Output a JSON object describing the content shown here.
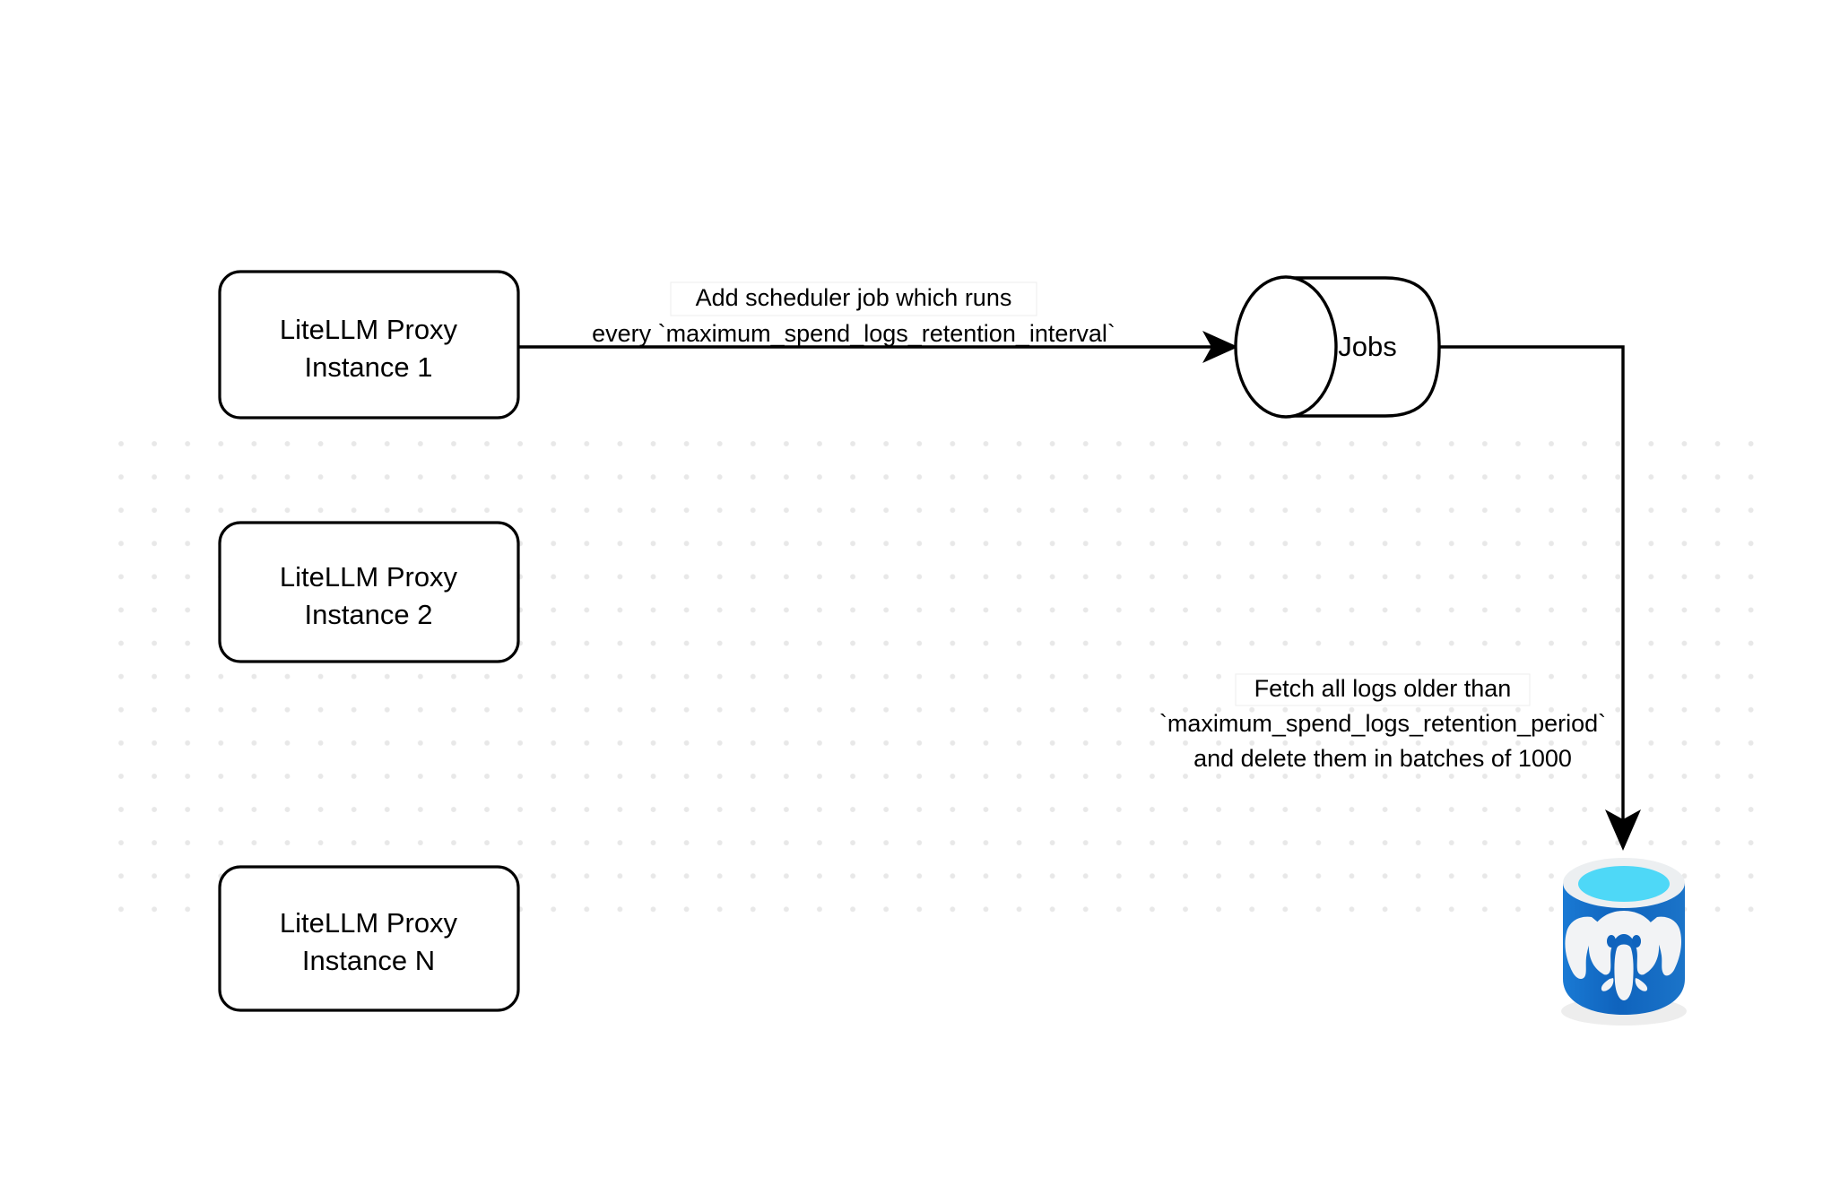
{
  "diagram": {
    "type": "flow-diagram",
    "background": {
      "color": "#ffffff",
      "grid": "dot-grid",
      "grid_color": "#e8e8e8"
    },
    "nodes": [
      {
        "id": "proxy-1",
        "shape": "rounded-rectangle",
        "line1": "LiteLLM Proxy",
        "line2": "Instance 1"
      },
      {
        "id": "proxy-2",
        "shape": "rounded-rectangle",
        "line1": "LiteLLM Proxy",
        "line2": "Instance 2"
      },
      {
        "id": "proxy-n",
        "shape": "rounded-rectangle",
        "line1": "LiteLLM Proxy",
        "line2": "Instance N"
      },
      {
        "id": "jobs",
        "shape": "cylinder",
        "label": "Jobs"
      },
      {
        "id": "postgres",
        "shape": "database-icon",
        "icon": "postgresql-database-icon",
        "colors": {
          "body": "#1571c9",
          "body_dark": "#0b5ab0",
          "rim": "#eceff1",
          "top_fill": "#4ed8f7",
          "top_shadow": "#1584ad",
          "elephant": "#f2f3f5"
        }
      }
    ],
    "edges": [
      {
        "id": "proxy1-to-jobs",
        "from": "proxy-1",
        "to": "jobs",
        "label_line1": "Add scheduler job which runs",
        "label_line2": "every `maximum_spend_logs_retention_interval`"
      },
      {
        "id": "jobs-to-postgres",
        "from": "jobs",
        "to": "postgres",
        "label_line1": "Fetch all logs older than",
        "label_line2": "`maximum_spend_logs_retention_period`",
        "label_line3": "and delete them in batches of 1000"
      }
    ]
  }
}
